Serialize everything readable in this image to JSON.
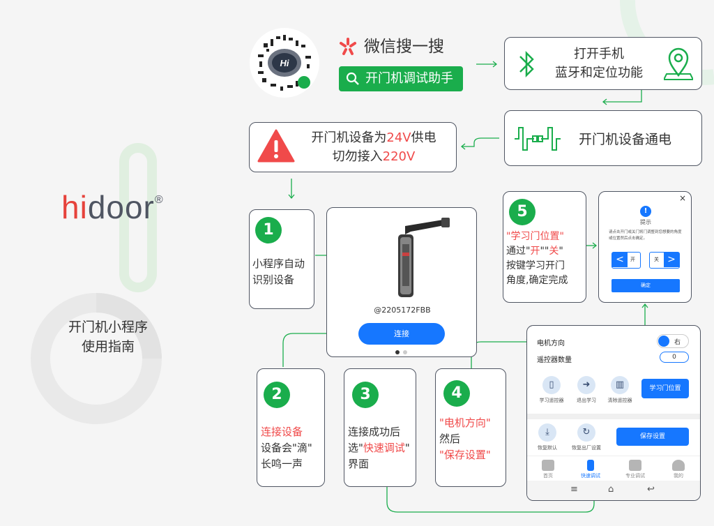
{
  "brand": {
    "logo_hi": "hi",
    "logo_door": "door",
    "logo_reg": "®",
    "subtitle_line1": "开门机小程序",
    "subtitle_line2": "使用指南"
  },
  "wechat": {
    "search_title": "微信搜一搜",
    "search_button": "开门机调试助手",
    "qr_badge": "Hi"
  },
  "bluetooth": {
    "line1": "打开手机",
    "line2": "蓝牙和定位功能"
  },
  "power": {
    "label": "开门机设备通电"
  },
  "warning": {
    "line1_prefix": "开门机设备为",
    "line1_voltage": "24V",
    "line1_suffix": "供电",
    "line2_prefix": "切勿接入",
    "line2_voltage": "220V"
  },
  "step1": {
    "number": "1",
    "line1": "小程序自动",
    "line2": "识别设备"
  },
  "device_card": {
    "device_id": "@2205172FBB",
    "connect_button": "连接"
  },
  "step2": {
    "number": "2",
    "line1": "连接设备",
    "line2": "设备会\"滴\"",
    "line3": "长鸣一声"
  },
  "step3": {
    "number": "3",
    "line1": "连接成功后",
    "line2_prefix": "选\"",
    "line2_highlight": "快速调试",
    "line2_suffix": "\"",
    "line3": "界面"
  },
  "step4": {
    "number": "4",
    "line1": "\"电机方向\"",
    "line2": "然后",
    "line3": "\"保存设置\""
  },
  "step5": {
    "number": "5",
    "line1": "\"学习门位置\"",
    "line2_prefix": "通过\"",
    "line2_open": "开",
    "line2_mid": "\"\"",
    "line2_close": "关",
    "line2_suffix": "\"",
    "line3": "按键学习开门",
    "line4": "角度,确定完成"
  },
  "dialog": {
    "title": "提示",
    "message": "请点击开门或关门将门调整到您想要的角度或位置然后点击确定。",
    "open_label": "开",
    "close_label": "关",
    "confirm": "确定",
    "close_icon": "×"
  },
  "phone": {
    "motor_direction": "电机方向",
    "direction_value": "右",
    "remote_count_label": "遥控器数量",
    "remote_count": "0",
    "buttons": [
      "学习遥控器",
      "退出学习",
      "清除遥控器"
    ],
    "learn_position": "学习门位置",
    "restore_default": "恢复默认",
    "restore_factory": "恢复出厂设置",
    "save_settings": "保存设置",
    "nav": [
      "首页",
      "快速调试",
      "专业调试",
      "我的"
    ]
  },
  "colors": {
    "green": "#1aad4c",
    "red": "#f04a4a",
    "blue": "#1677ff",
    "dark": "#4f5562"
  }
}
